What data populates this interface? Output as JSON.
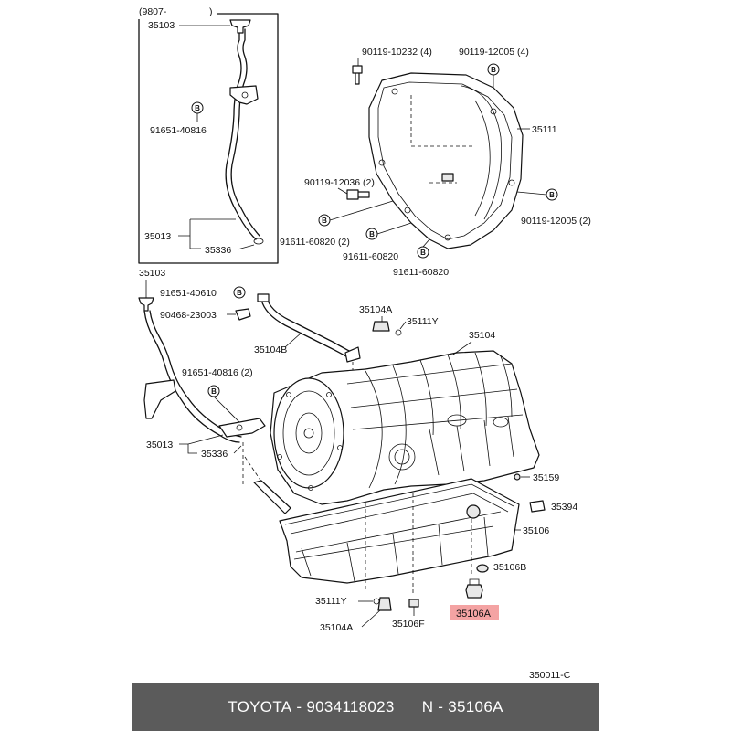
{
  "labels": {
    "inset_date": "(9807-",
    "inset_date_close": ")",
    "p35103_top": "35103",
    "p91651_40816": "91651-40816",
    "p35013_top": "35013",
    "p35336_top": "35336",
    "p90119_10232": "90119-10232 (4)",
    "p90119_12005_top": "90119-12005 (4)",
    "p35111": "35111",
    "p90119_12036": "90119-12036 (2)",
    "p90119_12005_right": "90119-12005 (2)",
    "p91611_60820_a": "91611-60820 (2)",
    "p91611_60820_b": "91611-60820",
    "p91611_60820_c": "91611-60820",
    "p35103_mid": "35103",
    "p91651_40610": "91651-40610",
    "p90468_23003": "90468-23003",
    "p35104B": "35104B",
    "p35104A_top": "35104A",
    "p35111Y_top": "35111Y",
    "p35104": "35104",
    "p91651_40816_2": "91651-40816 (2)",
    "p35013_mid": "35013",
    "p35336_mid": "35336",
    "p35159": "35159",
    "p35394": "35394",
    "p35106": "35106",
    "p35106B": "35106B",
    "p35106A": "35106A",
    "p35111Y_bottom": "35111Y",
    "p35104A_bottom": "35104A",
    "p35106F": "35106F",
    "fig_code": "350011-C"
  },
  "badge_letter": "B",
  "highlight_color": "#f4a3a3",
  "footer": {
    "brand": "TOYOTA",
    "separator": " - ",
    "part_number": "9034118023",
    "ref_prefix": "N - ",
    "ref_part": "35106A"
  }
}
